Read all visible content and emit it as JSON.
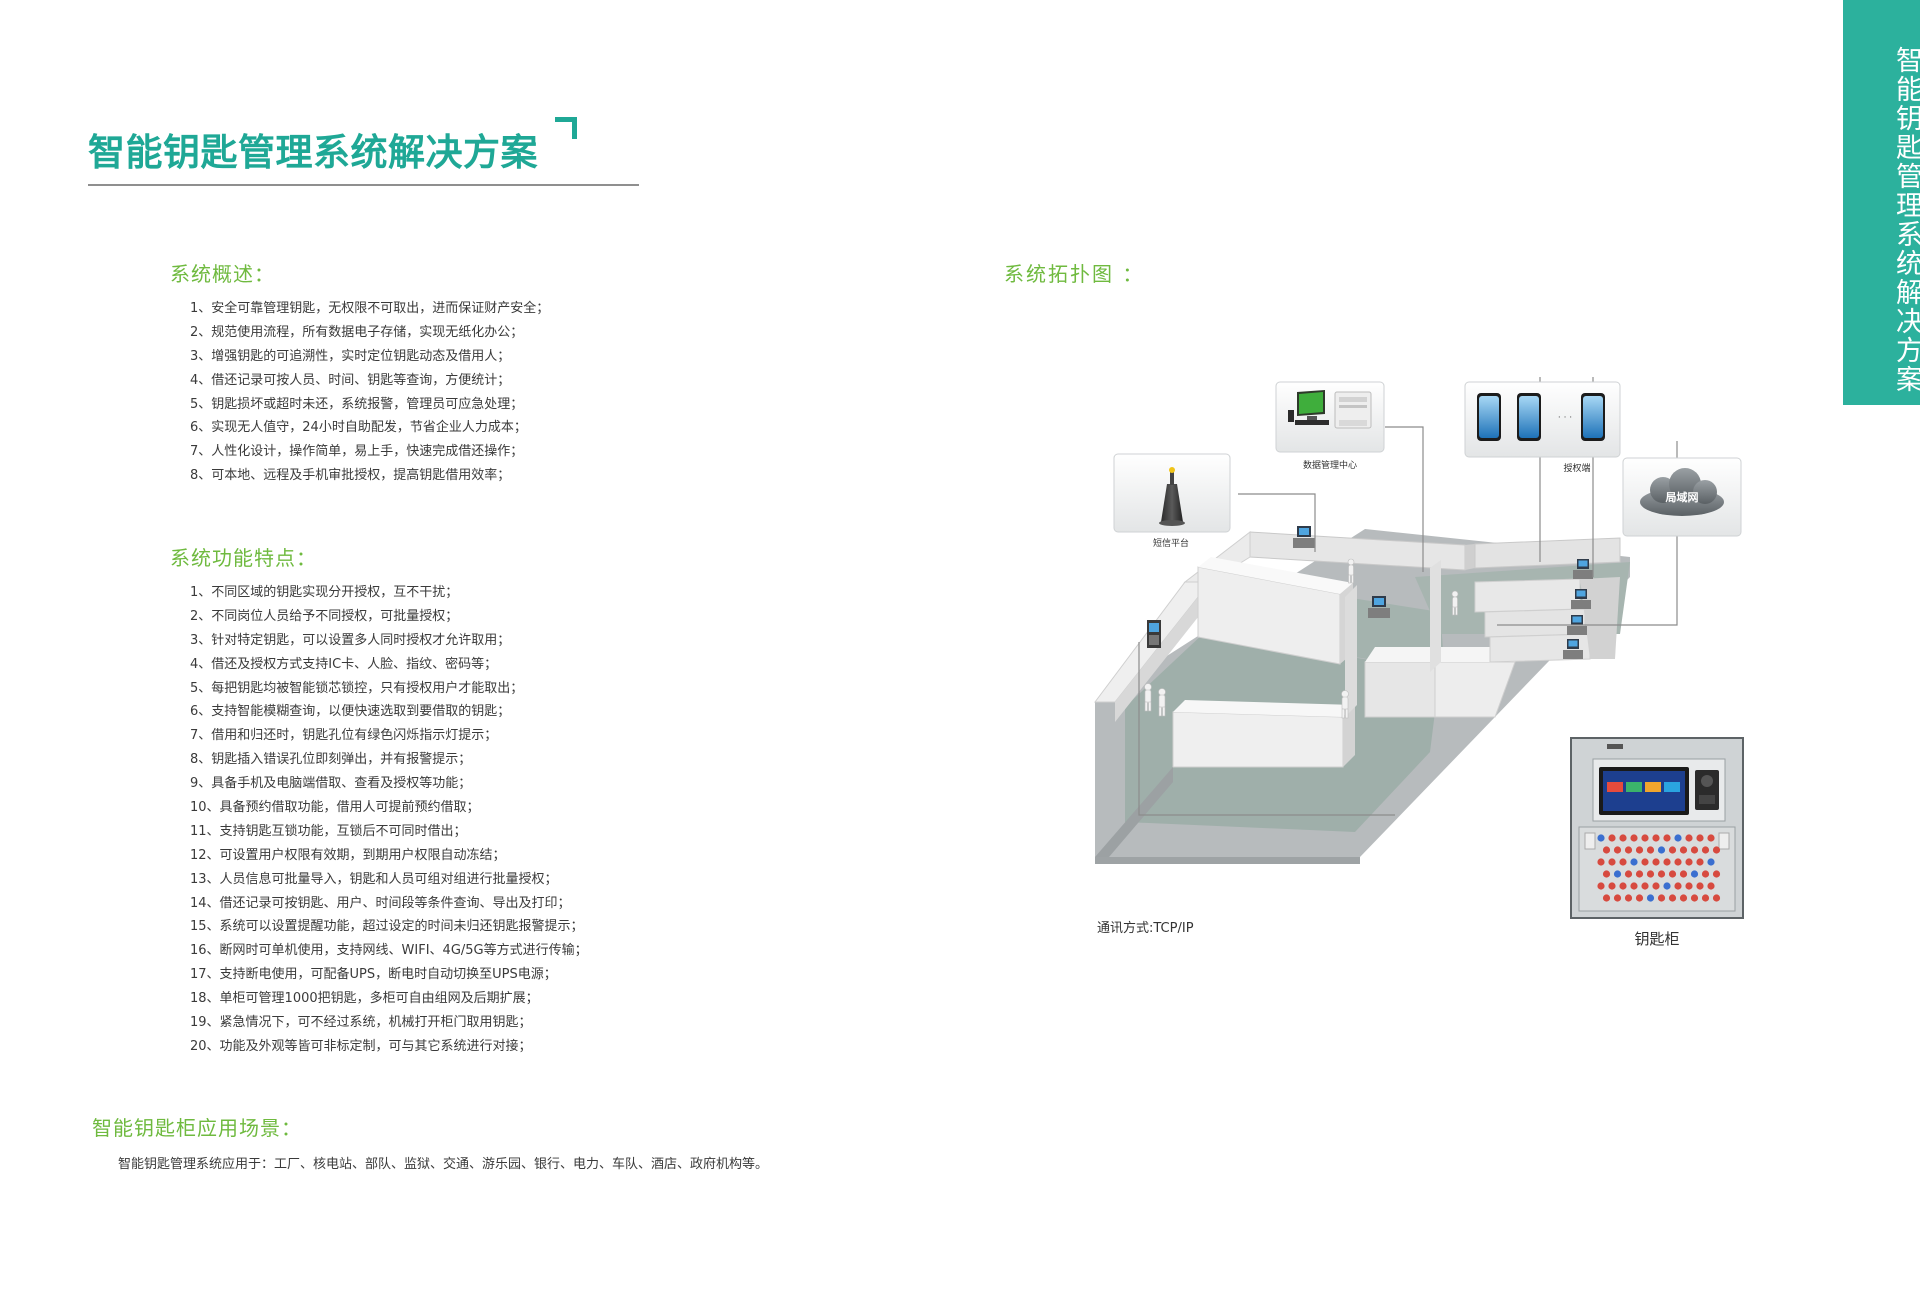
{
  "title": "智能钥匙管理系统解决方案",
  "side_tab": "智能钥匙管理系统解决方案",
  "overview": {
    "heading": "系统概述：",
    "items": [
      "1、安全可靠管理钥匙，无权限不可取出，进而保证财产安全；",
      "2、规范使用流程，所有数据电子存储，实现无纸化办公；",
      "3、增强钥匙的可追溯性，实时定位钥匙动态及借用人；",
      "4、借还记录可按人员、时间、钥匙等查询，方便统计；",
      "5、钥匙损坏或超时未还，系统报警，管理员可应急处理；",
      "6、实现无人值守，24小时自助配发，节省企业人力成本；",
      "7、人性化设计，操作简单，易上手，快速完成借还操作；",
      "8、可本地、远程及手机审批授权，提高钥匙借用效率；"
    ]
  },
  "features": {
    "heading": "系统功能特点：",
    "items": [
      "1、不同区域的钥匙实现分开授权，互不干扰；",
      "2、不同岗位人员给予不同授权，可批量授权；",
      "3、针对特定钥匙，可以设置多人同时授权才允许取用；",
      "4、借还及授权方式支持IC卡、人脸、指纹、密码等；",
      "5、每把钥匙均被智能锁芯锁控，只有授权用户才能取出；",
      "6、支持智能模糊查询，以便快速选取到要借取的钥匙；",
      "7、借用和归还时，钥匙孔位有绿色闪烁指示灯提示；",
      "8、钥匙插入错误孔位即刻弹出，并有报警提示；",
      "9、具备手机及电脑端借取、查看及授权等功能；",
      "10、具备预约借取功能，借用人可提前预约借取；",
      "11、支持钥匙互锁功能，互锁后不可同时借出；",
      "12、可设置用户权限有效期，到期用户权限自动冻结；",
      "13、人员信息可批量导入，钥匙和人员可组对组进行批量授权；",
      "14、借还记录可按钥匙、用户、时间段等条件查询、导出及打印；",
      "15、系统可以设置提醒功能，超过设定的时间未归还钥匙报警提示；",
      "16、断网时可单机使用，支持网线、WIFI、4G/5G等方式进行传输；",
      "17、支持断电使用，可配备UPS，断电时自动切换至UPS电源；",
      "18、单柜可管理1000把钥匙，多柜可自由组网及后期扩展；",
      "19、紧急情况下，可不经过系统，机械打开柜门取用钥匙；",
      "20、功能及外观等皆可非标定制，可与其它系统进行对接；"
    ]
  },
  "scenarios": {
    "heading": "智能钥匙柜应用场景：",
    "text": "智能钥匙管理系统应用于：工厂、核电站、部队、监狱、交通、游乐园、银行、电力、车队、酒店、政府机构等。"
  },
  "topology": {
    "heading": "系统拓扑图 ：",
    "labels": {
      "sms": "短信平台",
      "data_center": "数据管理中心",
      "auth": "授权端",
      "phone_ellipsis": "· · ·",
      "lan": "局域网",
      "comm": "通讯方式:TCP/IP",
      "cabinet": "钥匙柜"
    }
  },
  "colors": {
    "teal": "#1fa896",
    "green": "#6fba3f",
    "side_tab": "#2cb19d"
  }
}
